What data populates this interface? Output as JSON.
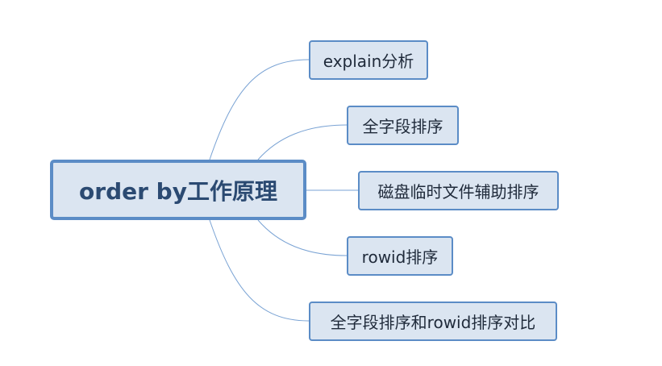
{
  "diagram": {
    "central": {
      "label": "order by工作原理"
    },
    "branches": [
      {
        "label": "explain分析"
      },
      {
        "label": "全字段排序"
      },
      {
        "label": "磁盘临时文件辅助排序"
      },
      {
        "label": "rowid排序"
      },
      {
        "label": "全字段排序和rowid排序对比"
      }
    ]
  },
  "colors": {
    "connector": "#7aa3d4",
    "node_border": "#5b8cc6",
    "node_fill": "#dbe5f1",
    "central_text": "#2b4a72"
  }
}
